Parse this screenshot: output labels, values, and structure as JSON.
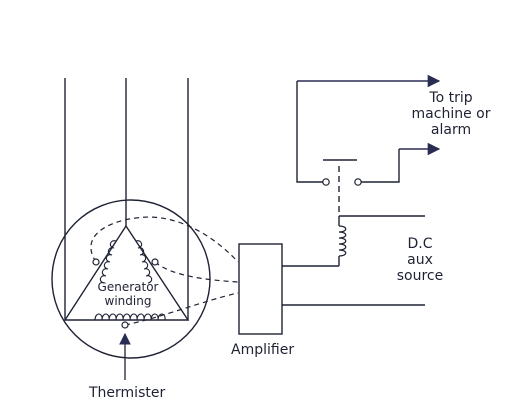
{
  "diagram": {
    "labels": {
      "trip_line1": "To trip",
      "trip_line2": "machine or",
      "trip_line3": "alarm",
      "dc_line1": "D.C",
      "dc_line2": "aux",
      "dc_line3": "source",
      "generator_line1": "Generator",
      "generator_line2": "winding",
      "amplifier": "Amplifier",
      "thermister": "Thermister"
    },
    "colors": {
      "line": "#1f2233",
      "arrow": "#2a2d52",
      "background": "#ffffff"
    }
  }
}
